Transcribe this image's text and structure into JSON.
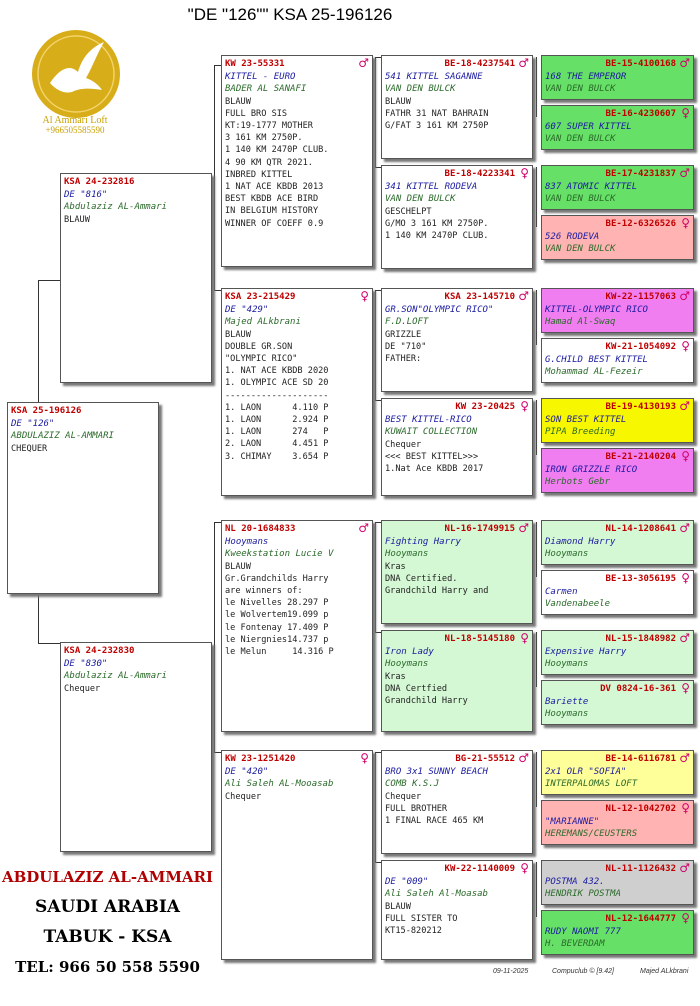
{
  "header": {
    "title": "\"DE \"126\"\"   KSA 25-196126"
  },
  "logo": {
    "name": "Al Ammari Loft",
    "phone": "+966505585590"
  },
  "footer": {
    "owner": "ABDULAZIZ AL-AMMARI",
    "country": "SAUDI ARABIA",
    "city": "TABUK - KSA",
    "tel": "TEL: 966 50 558 5590",
    "date": "09-11-2025",
    "software": "Compuclub © [9.42]",
    "author": "Majed ALkbrani"
  },
  "pigeons": [
    {
      "id": "p0",
      "ring": "KSA 25-196126",
      "line1": "DE \"126\"",
      "line2": "ABDULAZIZ AL-AMMARI",
      "notes": [
        "CHEQUER"
      ],
      "sex": "",
      "bg": "#ffffff"
    },
    {
      "id": "p1",
      "ring": "KSA 24-232816",
      "line1": "DE \"816\"",
      "line2": "Abdulaziz AL-Ammari",
      "notes": [
        "BLAUW"
      ],
      "sex": "",
      "bg": "#ffffff"
    },
    {
      "id": "p2",
      "ring": "KSA 24-232830",
      "line1": "DE \"830\"",
      "line2": "Abdulaziz AL-Ammari",
      "notes": [
        "Chequer"
      ],
      "sex": "",
      "bg": "#ffffff"
    },
    {
      "id": "p3",
      "ring": "KW  23-55331",
      "line1": "KITTEL - EURO",
      "line2": "BADER AL SANAFI",
      "notes": [
        "BLAUW",
        "FULL BRO SIS",
        "KT:19-1777 MOTHER",
        "3 161 KM 2750P.",
        "1 140 KM 2470P CLUB.",
        "4 90 KM QTR 2021.",
        "INBRED KITTEL",
        "1 NAT ACE KBDB 2013",
        "BEST KBDB ACE BIRD",
        "IN BELGIUM HISTORY",
        "WINNER OF COEFF 0.9"
      ],
      "sex": "♂",
      "bg": "#ffffff"
    },
    {
      "id": "p4",
      "ring": "KSA 23-215429",
      "line1": "DE \"429\"",
      "line2": "Majed ALkbrani",
      "notes": [
        "BLAUW",
        "DOUBLE GR.SON",
        "\"OLYMPIC RICO\"",
        "1. NAT ACE KBDB 2020",
        "1. OLYMPIC ACE SD 20",
        "--------------------",
        "1. LAON      4.110 P",
        "1. LAON      2.924 P",
        "1. LAON      274   P",
        "2. LAON      4.451 P",
        "3. CHIMAY    3.654 P"
      ],
      "sex": "♀",
      "bg": "#ffffff"
    },
    {
      "id": "p5",
      "ring": "NL  20-1684833",
      "line1": "Hooymans",
      "line2": "Kweekstation Lucie V",
      "notes": [
        "BLAUW",
        "Gr.Grandchilds Harry",
        "are winners of:",
        "le Nivelles 28.297 P",
        "le Wolvertem19.099 p",
        "le Fontenay 17.409 P",
        "le Niergnies14.737 p",
        "le Melun     14.316 P"
      ],
      "sex": "♂",
      "bg": "#ffffff"
    },
    {
      "id": "p6",
      "ring": "KW  23-1251420",
      "line1": "DE \"420\"",
      "line2": "Ali Saleh AL-Mooasab",
      "notes": [
        "Chequer"
      ],
      "sex": "♀",
      "bg": "#ffffff"
    },
    {
      "id": "p7",
      "ring": "BE-18-4237541",
      "line1": "541 KITTEL SAGANNE",
      "line2": "VAN DEN BULCK",
      "notes": [
        "BLAUW",
        "FATHR 31 NAT BAHRAIN",
        "G/FAT 3 161 KM 2750P"
      ],
      "sex": "♂",
      "bg": "#ffffff"
    },
    {
      "id": "p8",
      "ring": "BE-18-4223341",
      "line1": "341 KITTEL RODEVA",
      "line2": " VAN DEN BULCK",
      "notes": [
        "GESCHELPT",
        "G/MO 3 161 KM 2750P.",
        "1 140 KM 2470P CLUB."
      ],
      "sex": "♀",
      "bg": "#ffffff"
    },
    {
      "id": "p9",
      "ring": "KSA 23-145710",
      "line1": "GR.SON\"OLYMPIC RICO\"",
      "line2": "F.D.LOFT",
      "notes": [
        "GRIZZLE",
        "DE \"710\"",
        "FATHER:"
      ],
      "sex": "♂",
      "bg": "#ffffff"
    },
    {
      "id": "p10",
      "ring": "KW  23-20425",
      "line1": "BEST KITTEL-RICO",
      "line2": "KUWAIT COLLECTION",
      "notes": [
        "Chequer",
        "<<< BEST KITTEL>>>",
        "1.Nat Ace KBDB 2017"
      ],
      "sex": "♀",
      "bg": "#ffffff"
    },
    {
      "id": "p11",
      "ring": "NL-16-1749915",
      "line1": "Fighting Harry",
      "line2": "Hooymans",
      "notes": [
        "Kras",
        "DNA Certified.",
        "Grandchild Harry and"
      ],
      "sex": "♂",
      "bg": "#d4f7d4"
    },
    {
      "id": "p12",
      "ring": "NL-18-5145180",
      "line1": "Iron Lady",
      "line2": "Hooymans",
      "notes": [
        "Kras",
        "DNA Certfied",
        "Grandchild Harry"
      ],
      "sex": "♀",
      "bg": "#d4f7d4"
    },
    {
      "id": "p13",
      "ring": "BG-21-55512",
      "line1": "BRO 3x1 SUNNY BEACH",
      "line2": "COMB K.S.J",
      "notes": [
        "Chequer",
        "FULL BROTHER",
        "1 FINAL RACE 465 KM"
      ],
      "sex": "♂",
      "bg": "#ffffff"
    },
    {
      "id": "p14",
      "ring": "KW-22-1140009",
      "line1": "DE \"009\"",
      "line2": "Ali Saleh Al-Moasab",
      "notes": [
        "BLAUW",
        "FULL SISTER TO",
        "KT15-820212"
      ],
      "sex": "♀",
      "bg": "#ffffff"
    },
    {
      "id": "p15",
      "ring": "BE-15-4100168",
      "line1": "168 THE EMPEROR",
      "line2": "VAN DEN BULCK",
      "notes": [],
      "sex": "♂",
      "bg": "#66e066"
    },
    {
      "id": "p16",
      "ring": "BE-16-4230607",
      "line1": "607 SUPER KITTEL",
      "line2": "VAN DEN BULCK",
      "notes": [],
      "sex": "♀",
      "bg": "#66e066"
    },
    {
      "id": "p17",
      "ring": "BE-17-4231837",
      "line1": "837 ATOMIC KITTEL",
      "line2": "VAN DEN BULCK",
      "notes": [],
      "sex": "♂",
      "bg": "#66e066"
    },
    {
      "id": "p18",
      "ring": "BE-12-6326526",
      "line1": "526 RODEVA",
      "line2": "VAN DEN BULCK",
      "notes": [],
      "sex": "♀",
      "bg": "#ffb3b3"
    },
    {
      "id": "p19",
      "ring": "KW-22-1157063",
      "line1": "KITTEL-OLYMPIC RICO",
      "line2": "Hamad Al-Swaq",
      "notes": [],
      "sex": "♂",
      "bg": "#f07ef0"
    },
    {
      "id": "p20",
      "ring": "KW-21-1054092",
      "line1": "G.CHILD BEST KITTEL",
      "line2": "Mohammad AL-Fezeir",
      "notes": [],
      "sex": "♀",
      "bg": "#ffffff"
    },
    {
      "id": "p21",
      "ring": "BE-19-4130193",
      "line1": " SON BEST KITTEL",
      "line2": "PIPA Breeding",
      "notes": [],
      "sex": "♂",
      "bg": "#f7f700"
    },
    {
      "id": "p22",
      "ring": "BE-21-2140204",
      "line1": "IRON GRIZZLE RICO",
      "line2": "Herbots Gebr",
      "notes": [],
      "sex": "♀",
      "bg": "#f07ef0"
    },
    {
      "id": "p23",
      "ring": "NL-14-1208641",
      "line1": " Diamond Harry",
      "line2": "Hooymans",
      "notes": [],
      "sex": "♂",
      "bg": "#d4f7d4"
    },
    {
      "id": "p24",
      "ring": "BE-13-3056195",
      "line1": "Carmen",
      "line2": "Vandenabeele",
      "notes": [],
      "sex": "♀",
      "bg": "#ffffff"
    },
    {
      "id": "p25",
      "ring": "NL-15-1848982",
      "line1": "Expensive Harry",
      "line2": "Hooymans",
      "notes": [],
      "sex": "♂",
      "bg": "#d4f7d4"
    },
    {
      "id": "p26",
      "ring": "DV  0824-16-361",
      "line1": "Bariette",
      "line2": "Hooymans",
      "notes": [],
      "sex": "♀",
      "bg": "#d4f7d4"
    },
    {
      "id": "p27",
      "ring": "BE-14-6116781",
      "line1": "2x1 OLR \"SOFIA\"",
      "line2": "INTERPALOMAS LOFT",
      "notes": [],
      "sex": "♂",
      "bg": "#ffff9a"
    },
    {
      "id": "p28",
      "ring": "NL-12-1042702",
      "line1": "\"MARIANNE\"",
      "line2": "HEREMANS/CEUSTERS",
      "notes": [],
      "sex": "♀",
      "bg": "#ffb3b3"
    },
    {
      "id": "p29",
      "ring": "NL-11-1126432",
      "line1": "POSTMA 432.",
      "line2": "HENDRIK POSTMA",
      "notes": [],
      "sex": "♂",
      "bg": "#cfcfcf"
    },
    {
      "id": "p30",
      "ring": "NL-12-1644777",
      "line1": "RUDY NAOMI 777",
      "line2": "H. BEVERDAM",
      "notes": [],
      "sex": "♀",
      "bg": "#66e066"
    }
  ]
}
